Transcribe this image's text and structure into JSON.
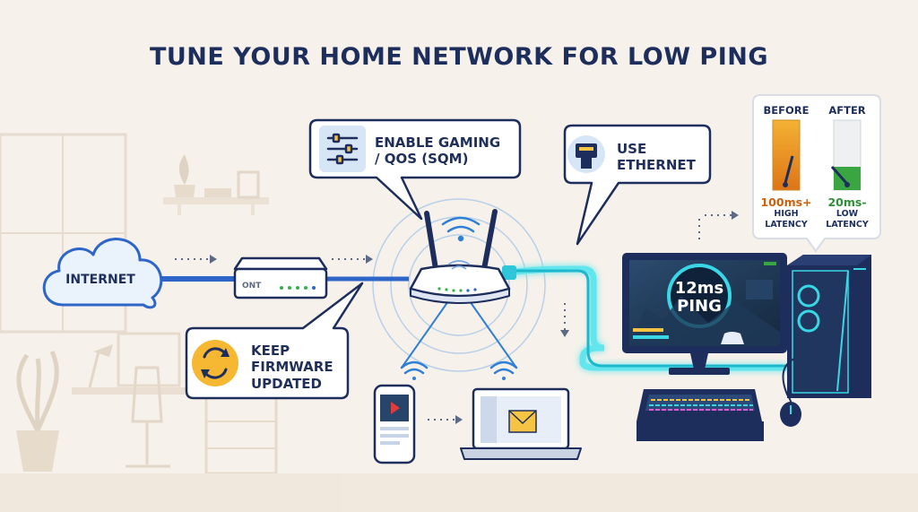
{
  "title": "TUNE YOUR HOME NETWORK FOR LOW PING",
  "callouts": {
    "qos": {
      "line1": "ENABLE GAMING",
      "line2": "/ QOS (SQM)",
      "icon": "sliders-icon"
    },
    "ethernet": {
      "line1": "USE",
      "line2": "ETHERNET",
      "icon": "ethernet-plug-icon"
    },
    "firmware": {
      "line1": "KEEP",
      "line2": "FIRMWARE",
      "line3": "UPDATED",
      "icon": "refresh-icon"
    }
  },
  "nodes": {
    "internet": "INTERNET",
    "ont": "ONT"
  },
  "ping_readout": {
    "value": "12ms",
    "label": "PING"
  },
  "comparison": {
    "before": {
      "header": "BEFORE",
      "value": "100ms+",
      "line1": "HIGH",
      "line2": "LATENCY",
      "color": "#e58a1f"
    },
    "after": {
      "header": "AFTER",
      "value": "20ms-",
      "line1": "LOW",
      "line2": "LATENCY",
      "color": "#3aa641"
    }
  },
  "colors": {
    "navy": "#1d2e5c",
    "ethernet_glow": "#39d7e6",
    "wifi_blue": "#2f7fd6",
    "fiber_blue": "#2d65c8"
  }
}
